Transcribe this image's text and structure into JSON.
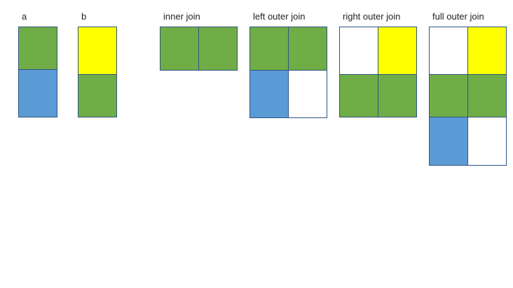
{
  "colors": {
    "green": "#70ad47",
    "blue": "#5b9bd5",
    "yellow": "#ffff00",
    "empty": "#ffffff",
    "border": "#2e5582"
  },
  "tables": [
    {
      "id": "a",
      "label": "a",
      "cols": 1,
      "rows": [
        [
          "green"
        ],
        [
          "blue"
        ]
      ]
    },
    {
      "id": "b",
      "label": "b",
      "cols": 1,
      "rows": [
        [
          "yellow"
        ],
        [
          "green"
        ]
      ]
    },
    {
      "id": "inner-join",
      "label": "inner join",
      "cols": 2,
      "rows": [
        [
          "green",
          "green"
        ]
      ]
    },
    {
      "id": "left-outer-join",
      "label": "left outer join",
      "cols": 2,
      "rows": [
        [
          "green",
          "green"
        ],
        [
          "blue",
          "empty"
        ]
      ]
    },
    {
      "id": "right-outer-join",
      "label": "right outer join",
      "cols": 2,
      "rows": [
        [
          "empty",
          "yellow"
        ],
        [
          "green",
          "green"
        ]
      ]
    },
    {
      "id": "full-outer-join",
      "label": "full outer join",
      "cols": 2,
      "rows": [
        [
          "empty",
          "yellow"
        ],
        [
          "green",
          "green"
        ],
        [
          "blue",
          "empty"
        ]
      ]
    }
  ]
}
